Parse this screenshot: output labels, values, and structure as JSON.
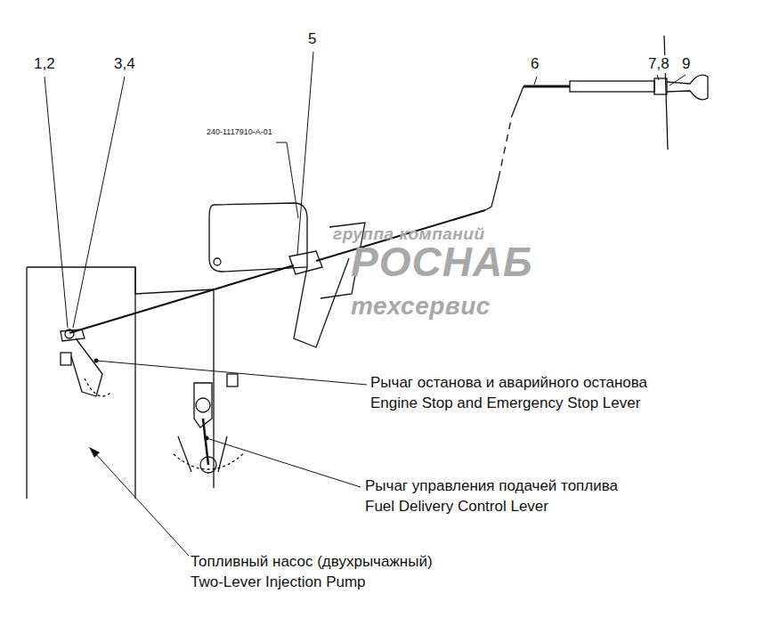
{
  "diagram": {
    "labels": [
      "1,2",
      "3,4",
      "5",
      "6",
      "7,8",
      "9",
      "240-1117910-A-01",
      "группа компаний",
      "РОСНАБ",
      "техсервис",
      "Рычаг останова и аварийного останова",
      "Engine Stop and Emergency Stop Lever",
      "Рычаг управления подачей топлива",
      "Fuel Delivery Control Lever",
      "Топливный насос (двухрычажный)",
      "Two-Lever Injection Pump"
    ]
  }
}
